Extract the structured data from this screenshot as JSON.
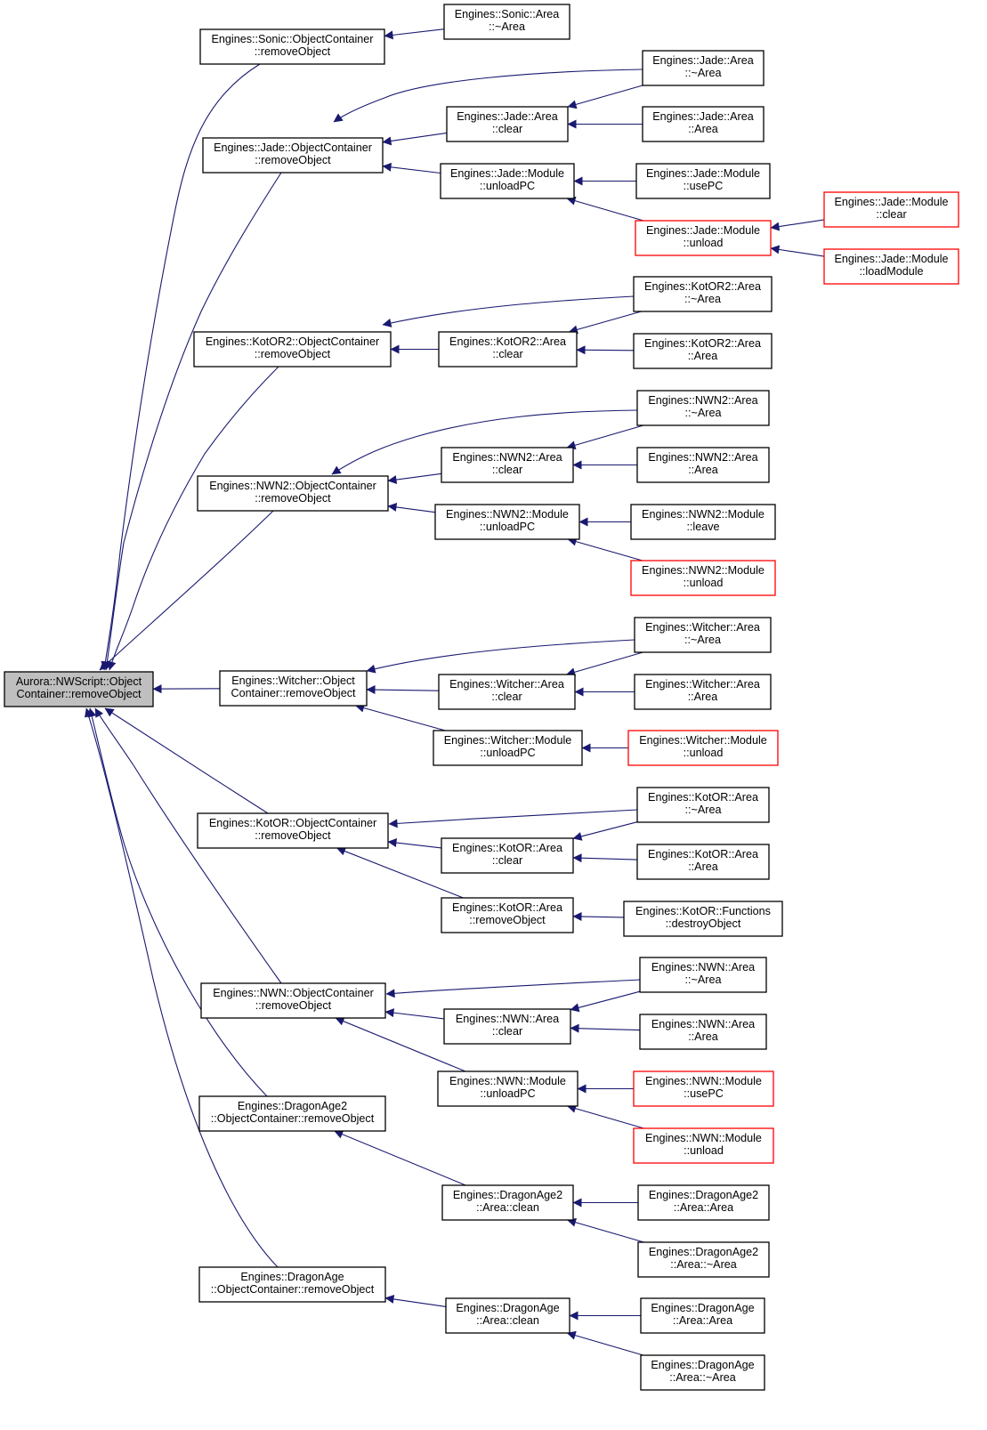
{
  "colors": {
    "edge": "#191970",
    "node_border": "#000000",
    "highlight_border": "#ff0000",
    "root_fill": "#bfbfbf",
    "background": "#ffffff"
  },
  "nodes": [
    {
      "id": "root",
      "label": [
        "Aurora::NWScript::Object",
        "Container::removeObject"
      ],
      "style": "root"
    },
    {
      "id": "sonic_oc",
      "label": [
        "Engines::Sonic::ObjectContainer",
        "::removeObject"
      ],
      "style": "normal"
    },
    {
      "id": "sonic_area_dtor",
      "label": [
        "Engines::Sonic::Area",
        "::~Area"
      ],
      "style": "normal"
    },
    {
      "id": "jade_oc",
      "label": [
        "Engines::Jade::ObjectContainer",
        "::removeObject"
      ],
      "style": "normal"
    },
    {
      "id": "jade_area_dtor",
      "label": [
        "Engines::Jade::Area",
        "::~Area"
      ],
      "style": "normal"
    },
    {
      "id": "jade_area_clear",
      "label": [
        "Engines::Jade::Area",
        "::clear"
      ],
      "style": "normal"
    },
    {
      "id": "jade_area_ctor",
      "label": [
        "Engines::Jade::Area",
        "::Area"
      ],
      "style": "normal"
    },
    {
      "id": "jade_mod_unloadpc",
      "label": [
        "Engines::Jade::Module",
        "::unloadPC"
      ],
      "style": "normal"
    },
    {
      "id": "jade_mod_usepc",
      "label": [
        "Engines::Jade::Module",
        "::usePC"
      ],
      "style": "normal"
    },
    {
      "id": "jade_mod_unload",
      "label": [
        "Engines::Jade::Module",
        "::unload"
      ],
      "style": "red"
    },
    {
      "id": "jade_mod_clear",
      "label": [
        "Engines::Jade::Module",
        "::clear"
      ],
      "style": "red"
    },
    {
      "id": "jade_mod_loadmodule",
      "label": [
        "Engines::Jade::Module",
        "::loadModule"
      ],
      "style": "red"
    },
    {
      "id": "kotor2_oc",
      "label": [
        "Engines::KotOR2::ObjectContainer",
        "::removeObject"
      ],
      "style": "normal"
    },
    {
      "id": "kotor2_area_dtor",
      "label": [
        "Engines::KotOR2::Area",
        "::~Area"
      ],
      "style": "normal"
    },
    {
      "id": "kotor2_area_clear",
      "label": [
        "Engines::KotOR2::Area",
        "::clear"
      ],
      "style": "normal"
    },
    {
      "id": "kotor2_area_ctor",
      "label": [
        "Engines::KotOR2::Area",
        "::Area"
      ],
      "style": "normal"
    },
    {
      "id": "nwn2_oc",
      "label": [
        "Engines::NWN2::ObjectContainer",
        "::removeObject"
      ],
      "style": "normal"
    },
    {
      "id": "nwn2_area_dtor",
      "label": [
        "Engines::NWN2::Area",
        "::~Area"
      ],
      "style": "normal"
    },
    {
      "id": "nwn2_area_clear",
      "label": [
        "Engines::NWN2::Area",
        "::clear"
      ],
      "style": "normal"
    },
    {
      "id": "nwn2_area_ctor",
      "label": [
        "Engines::NWN2::Area",
        "::Area"
      ],
      "style": "normal"
    },
    {
      "id": "nwn2_mod_unloadpc",
      "label": [
        "Engines::NWN2::Module",
        "::unloadPC"
      ],
      "style": "normal"
    },
    {
      "id": "nwn2_mod_leave",
      "label": [
        "Engines::NWN2::Module",
        "::leave"
      ],
      "style": "normal"
    },
    {
      "id": "nwn2_mod_unload",
      "label": [
        "Engines::NWN2::Module",
        "::unload"
      ],
      "style": "red"
    },
    {
      "id": "witcher_oc",
      "label": [
        "Engines::Witcher::Object",
        "Container::removeObject"
      ],
      "style": "normal"
    },
    {
      "id": "witcher_area_dtor",
      "label": [
        "Engines::Witcher::Area",
        "::~Area"
      ],
      "style": "normal"
    },
    {
      "id": "witcher_area_clear",
      "label": [
        "Engines::Witcher::Area",
        "::clear"
      ],
      "style": "normal"
    },
    {
      "id": "witcher_area_ctor",
      "label": [
        "Engines::Witcher::Area",
        "::Area"
      ],
      "style": "normal"
    },
    {
      "id": "witcher_mod_unloadpc",
      "label": [
        "Engines::Witcher::Module",
        "::unloadPC"
      ],
      "style": "normal"
    },
    {
      "id": "witcher_mod_unload",
      "label": [
        "Engines::Witcher::Module",
        "::unload"
      ],
      "style": "red"
    },
    {
      "id": "kotor_oc",
      "label": [
        "Engines::KotOR::ObjectContainer",
        "::removeObject"
      ],
      "style": "normal"
    },
    {
      "id": "kotor_area_dtor",
      "label": [
        "Engines::KotOR::Area",
        "::~Area"
      ],
      "style": "normal"
    },
    {
      "id": "kotor_area_clear",
      "label": [
        "Engines::KotOR::Area",
        "::clear"
      ],
      "style": "normal"
    },
    {
      "id": "kotor_area_ctor",
      "label": [
        "Engines::KotOR::Area",
        "::Area"
      ],
      "style": "normal"
    },
    {
      "id": "kotor_area_removeobject",
      "label": [
        "Engines::KotOR::Area",
        "::removeObject"
      ],
      "style": "normal"
    },
    {
      "id": "kotor_func_destroy",
      "label": [
        "Engines::KotOR::Functions",
        "::destroyObject"
      ],
      "style": "normal"
    },
    {
      "id": "nwn_oc",
      "label": [
        "Engines::NWN::ObjectContainer",
        "::removeObject"
      ],
      "style": "normal"
    },
    {
      "id": "nwn_area_dtor",
      "label": [
        "Engines::NWN::Area",
        "::~Area"
      ],
      "style": "normal"
    },
    {
      "id": "nwn_area_clear",
      "label": [
        "Engines::NWN::Area",
        "::clear"
      ],
      "style": "normal"
    },
    {
      "id": "nwn_area_ctor",
      "label": [
        "Engines::NWN::Area",
        "::Area"
      ],
      "style": "normal"
    },
    {
      "id": "nwn_mod_unloadpc",
      "label": [
        "Engines::NWN::Module",
        "::unloadPC"
      ],
      "style": "normal"
    },
    {
      "id": "nwn_mod_usepc",
      "label": [
        "Engines::NWN::Module",
        "::usePC"
      ],
      "style": "red"
    },
    {
      "id": "nwn_mod_unload",
      "label": [
        "Engines::NWN::Module",
        "::unload"
      ],
      "style": "red"
    },
    {
      "id": "da2_oc",
      "label": [
        "Engines::DragonAge2",
        "::ObjectContainer::removeObject"
      ],
      "style": "normal"
    },
    {
      "id": "da2_area_clean",
      "label": [
        "Engines::DragonAge2",
        "::Area::clean"
      ],
      "style": "normal"
    },
    {
      "id": "da2_area_ctor",
      "label": [
        "Engines::DragonAge2",
        "::Area::Area"
      ],
      "style": "normal"
    },
    {
      "id": "da2_area_dtor",
      "label": [
        "Engines::DragonAge2",
        "::Area::~Area"
      ],
      "style": "normal"
    },
    {
      "id": "da_oc",
      "label": [
        "Engines::DragonAge",
        "::ObjectContainer::removeObject"
      ],
      "style": "normal"
    },
    {
      "id": "da_area_clean",
      "label": [
        "Engines::DragonAge",
        "::Area::clean"
      ],
      "style": "normal"
    },
    {
      "id": "da_area_ctor",
      "label": [
        "Engines::DragonAge",
        "::Area::Area"
      ],
      "style": "normal"
    },
    {
      "id": "da_area_dtor",
      "label": [
        "Engines::DragonAge",
        "::Area::~Area"
      ],
      "style": "normal"
    }
  ],
  "edges": [
    {
      "from": "sonic_oc",
      "to": "root"
    },
    {
      "from": "jade_oc",
      "to": "root"
    },
    {
      "from": "kotor2_oc",
      "to": "root"
    },
    {
      "from": "nwn2_oc",
      "to": "root"
    },
    {
      "from": "witcher_oc",
      "to": "root"
    },
    {
      "from": "kotor_oc",
      "to": "root"
    },
    {
      "from": "nwn_oc",
      "to": "root"
    },
    {
      "from": "da2_oc",
      "to": "root"
    },
    {
      "from": "da_oc",
      "to": "root"
    },
    {
      "from": "sonic_area_dtor",
      "to": "sonic_oc"
    },
    {
      "from": "jade_area_dtor",
      "to": "jade_oc"
    },
    {
      "from": "jade_area_clear",
      "to": "jade_oc"
    },
    {
      "from": "jade_mod_unloadpc",
      "to": "jade_oc"
    },
    {
      "from": "jade_area_dtor",
      "to": "jade_area_clear"
    },
    {
      "from": "jade_area_ctor",
      "to": "jade_area_clear"
    },
    {
      "from": "jade_mod_usepc",
      "to": "jade_mod_unloadpc"
    },
    {
      "from": "jade_mod_unload",
      "to": "jade_mod_unloadpc"
    },
    {
      "from": "jade_mod_clear",
      "to": "jade_mod_unload"
    },
    {
      "from": "jade_mod_loadmodule",
      "to": "jade_mod_unload"
    },
    {
      "from": "kotor2_area_dtor",
      "to": "kotor2_oc"
    },
    {
      "from": "kotor2_area_clear",
      "to": "kotor2_oc"
    },
    {
      "from": "kotor2_area_dtor",
      "to": "kotor2_area_clear"
    },
    {
      "from": "kotor2_area_ctor",
      "to": "kotor2_area_clear"
    },
    {
      "from": "nwn2_area_dtor",
      "to": "nwn2_oc"
    },
    {
      "from": "nwn2_area_clear",
      "to": "nwn2_oc"
    },
    {
      "from": "nwn2_mod_unloadpc",
      "to": "nwn2_oc"
    },
    {
      "from": "nwn2_area_dtor",
      "to": "nwn2_area_clear"
    },
    {
      "from": "nwn2_area_ctor",
      "to": "nwn2_area_clear"
    },
    {
      "from": "nwn2_mod_leave",
      "to": "nwn2_mod_unloadpc"
    },
    {
      "from": "nwn2_mod_unload",
      "to": "nwn2_mod_unloadpc"
    },
    {
      "from": "witcher_area_dtor",
      "to": "witcher_oc"
    },
    {
      "from": "witcher_area_clear",
      "to": "witcher_oc"
    },
    {
      "from": "witcher_mod_unloadpc",
      "to": "witcher_oc"
    },
    {
      "from": "witcher_area_dtor",
      "to": "witcher_area_clear"
    },
    {
      "from": "witcher_area_ctor",
      "to": "witcher_area_clear"
    },
    {
      "from": "witcher_mod_unload",
      "to": "witcher_mod_unloadpc"
    },
    {
      "from": "kotor_area_dtor",
      "to": "kotor_oc"
    },
    {
      "from": "kotor_area_clear",
      "to": "kotor_oc"
    },
    {
      "from": "kotor_area_removeobject",
      "to": "kotor_oc"
    },
    {
      "from": "kotor_area_dtor",
      "to": "kotor_area_clear"
    },
    {
      "from": "kotor_area_ctor",
      "to": "kotor_area_clear"
    },
    {
      "from": "kotor_func_destroy",
      "to": "kotor_area_removeobject"
    },
    {
      "from": "nwn_area_dtor",
      "to": "nwn_oc"
    },
    {
      "from": "nwn_area_clear",
      "to": "nwn_oc"
    },
    {
      "from": "nwn_mod_unloadpc",
      "to": "nwn_oc"
    },
    {
      "from": "nwn_area_dtor",
      "to": "nwn_area_clear"
    },
    {
      "from": "nwn_area_ctor",
      "to": "nwn_area_clear"
    },
    {
      "from": "nwn_mod_usepc",
      "to": "nwn_mod_unloadpc"
    },
    {
      "from": "nwn_mod_unload",
      "to": "nwn_mod_unloadpc"
    },
    {
      "from": "da2_area_clean",
      "to": "da2_oc"
    },
    {
      "from": "da2_area_ctor",
      "to": "da2_area_clean"
    },
    {
      "from": "da2_area_dtor",
      "to": "da2_area_clean"
    },
    {
      "from": "da_area_clean",
      "to": "da_oc"
    },
    {
      "from": "da_area_ctor",
      "to": "da_area_clean"
    },
    {
      "from": "da_area_dtor",
      "to": "da_area_clean"
    }
  ]
}
